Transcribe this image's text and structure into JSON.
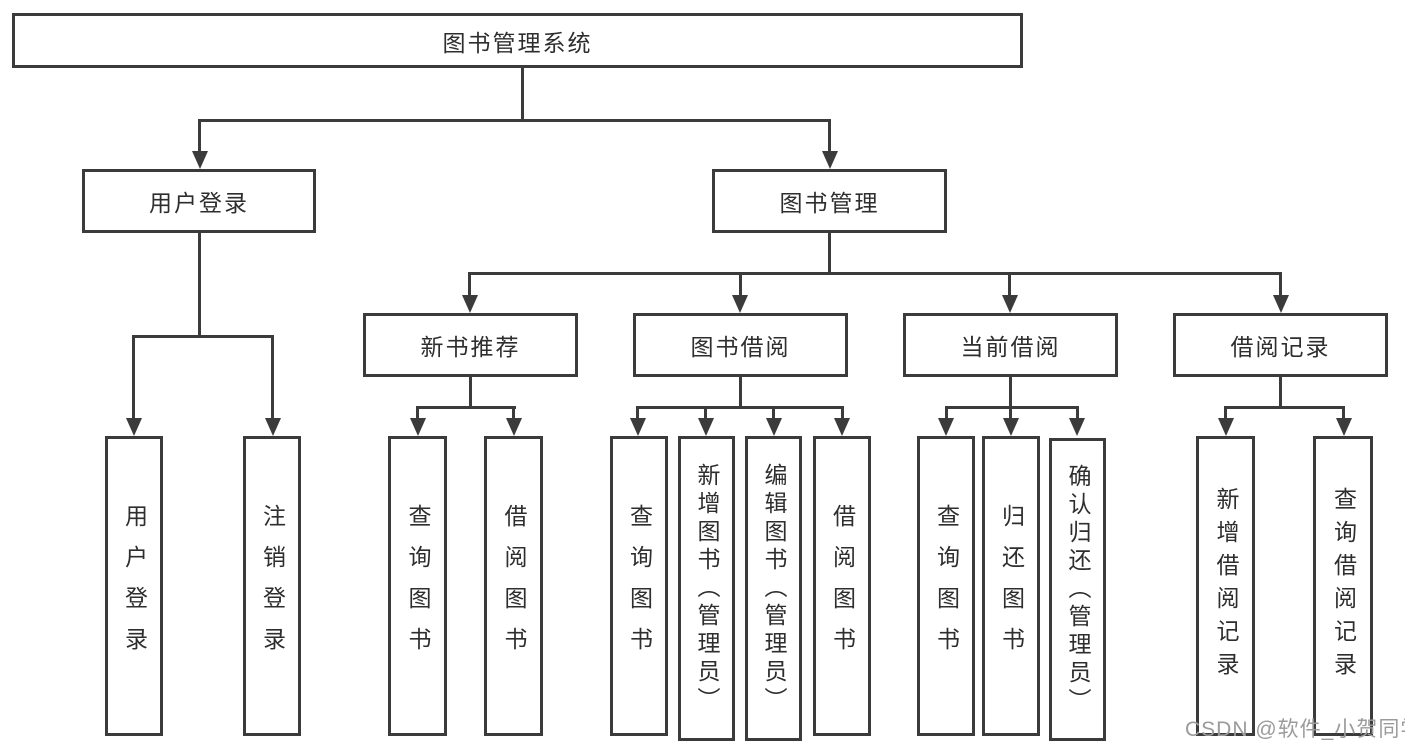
{
  "diagram": {
    "title": "图书管理系统",
    "tree": {
      "root": {
        "label": "图书管理系统",
        "children": [
          {
            "label": "用户登录",
            "children": [
              {
                "label": "用户登录"
              },
              {
                "label": "注销登录"
              }
            ]
          },
          {
            "label": "图书管理",
            "children": [
              {
                "label": "新书推荐",
                "children": [
                  {
                    "label": "查询图书"
                  },
                  {
                    "label": "借阅图书"
                  }
                ]
              },
              {
                "label": "图书借阅",
                "children": [
                  {
                    "label": "查询图书"
                  },
                  {
                    "label": "新增图书（管理员）"
                  },
                  {
                    "label": "编辑图书（管理员）"
                  },
                  {
                    "label": "借阅图书"
                  }
                ]
              },
              {
                "label": "当前借阅",
                "children": [
                  {
                    "label": "查询图书"
                  },
                  {
                    "label": "归还图书"
                  },
                  {
                    "label": "确认归还（管理员）"
                  }
                ]
              },
              {
                "label": "借阅记录",
                "children": [
                  {
                    "label": "新增借阅记录"
                  },
                  {
                    "label": "查询借阅记录"
                  }
                ]
              }
            ]
          }
        ]
      }
    },
    "watermark": "CSDN @软件_小贺同学",
    "colors": {
      "line": "#3b3b3b",
      "text": "#2e2e2e",
      "watermark": "#9b9b9b",
      "background": "#ffffff"
    }
  }
}
